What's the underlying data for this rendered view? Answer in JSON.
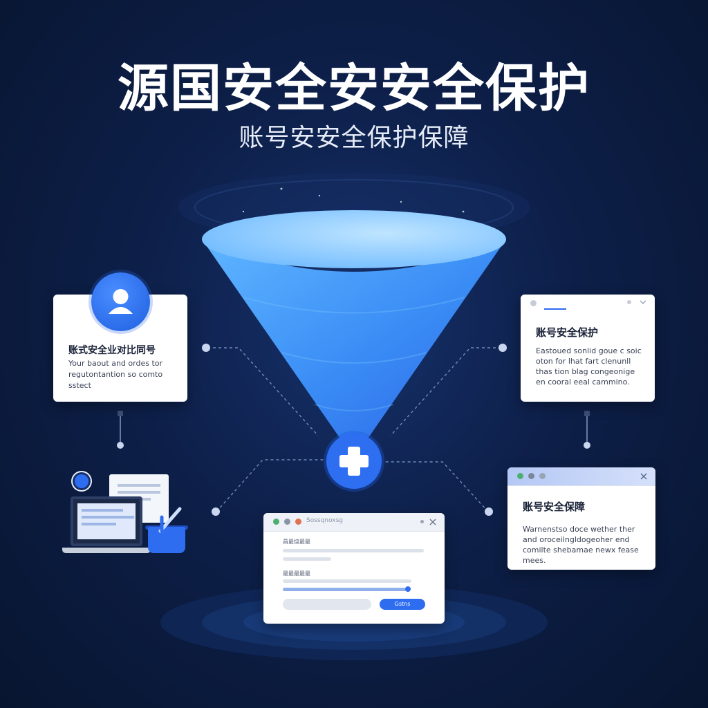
{
  "header": {
    "title": "源国安全安安全保护",
    "subtitle": "账号安安全保护保障"
  },
  "card_left": {
    "title": "账式安全业对比同号",
    "text": "Your baout and ordes tor regutontantion so comto sstect"
  },
  "card_right_top": {
    "title": "账号安全保护",
    "text": "Eastoued sonlid goue c soic oton for lhat fart clenunll thas tion blag congeonige en cooral eeal cammino."
  },
  "card_right_bottom": {
    "title": "账号安全保障",
    "text": "Warnenstso doce wether ther and oroceilngldogeoher end comilte shebamae newx fease mees."
  },
  "card_bottom_center": {
    "head_label": "Sossqnoxsg",
    "label_1": "昌最烧最最",
    "label_2": "最最最最最",
    "button_label": "Gstns"
  },
  "icons": {
    "avatar": "user-icon",
    "center": "plus-icon",
    "close": "close-icon",
    "minimize": "minimize-icon",
    "chevron": "chevron-down-icon"
  },
  "colors": {
    "accent": "#2f6df0",
    "funnel_top": "#9fd3ff",
    "funnel_bottom": "#2f6df0",
    "background": "#0d1f48"
  }
}
